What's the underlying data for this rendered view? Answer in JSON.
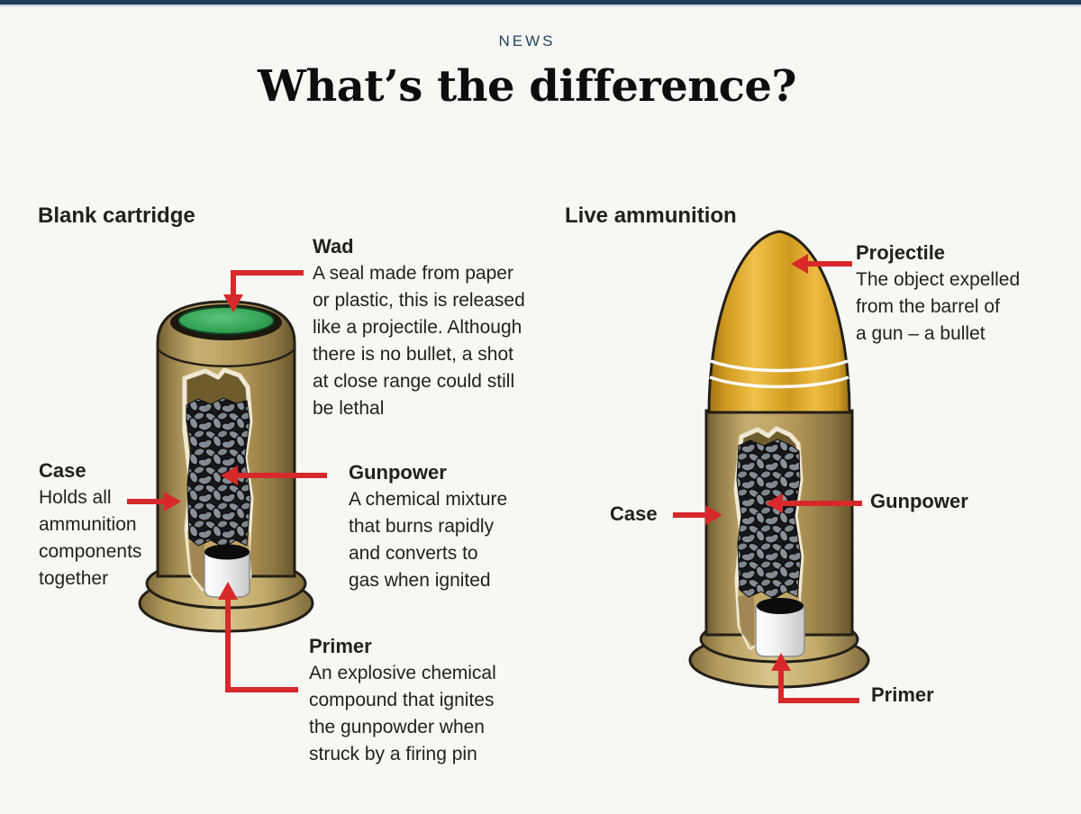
{
  "header": {
    "kicker": "NEWS",
    "title": "What’s the difference?"
  },
  "left": {
    "heading": "Blank cartridge",
    "wad": {
      "label": "Wad",
      "lines": [
        "A seal made from paper",
        "or plastic, this is released",
        "like a projectile. Although",
        "there is no bullet, a shot",
        "at close range could still",
        "be lethal"
      ]
    },
    "case": {
      "label": "Case",
      "lines": [
        "Holds all",
        "ammunition",
        "components",
        "together"
      ]
    },
    "gunpowder": {
      "label": "Gunpower",
      "lines": [
        "A chemical mixture",
        "that burns rapidly",
        "and converts to",
        "gas when ignited"
      ]
    },
    "primer": {
      "label": "Primer",
      "lines": [
        "An explosive chemical",
        "compound that ignites",
        "the gunpowder when",
        "struck by a firing pin"
      ]
    }
  },
  "right": {
    "heading": "Live ammunition",
    "projectile": {
      "label": "Projectile",
      "lines": [
        "The object expelled",
        "from the barrel of",
        "a gun – a bullet"
      ]
    },
    "case": {
      "label": "Case"
    },
    "gunpowder": {
      "label": "Gunpower"
    },
    "primer": {
      "label": "Primer"
    }
  },
  "colors": {
    "accent_red": "#d7292a",
    "topbar_navy": "#1e3c58",
    "kicker_navy": "#24465f",
    "background": "#f7f7f4",
    "case_tan": "#b99f60",
    "projectile_gold": "#e2a930",
    "wad_green": "#35a557",
    "text": "#231f1c"
  }
}
